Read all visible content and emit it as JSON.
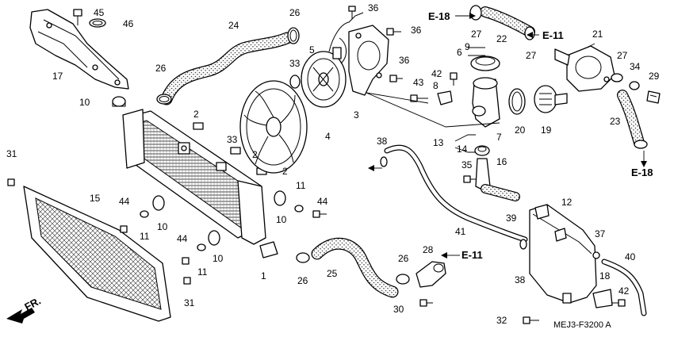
{
  "diagram_code": "MEJ3-F3200 A",
  "direction_label": "FR.",
  "references": [
    "E-18",
    "E-11",
    "E-18",
    "E-11"
  ],
  "callouts": [
    "45",
    "46",
    "26",
    "24",
    "36",
    "36",
    "17",
    "26",
    "33",
    "5",
    "36",
    "10",
    "3",
    "42",
    "43",
    "8",
    "6",
    "9",
    "20",
    "19",
    "22",
    "21",
    "27",
    "27",
    "27",
    "34",
    "29",
    "23",
    "2",
    "33",
    "2",
    "4",
    "2",
    "38",
    "13",
    "14",
    "35",
    "16",
    "31",
    "15",
    "44",
    "11",
    "10",
    "11",
    "44",
    "10",
    "44",
    "11",
    "10",
    "1",
    "26",
    "25",
    "41",
    "39",
    "12",
    "37",
    "26",
    "28",
    "30",
    "38",
    "40",
    "18",
    "42",
    "32",
    "31",
    "7"
  ]
}
